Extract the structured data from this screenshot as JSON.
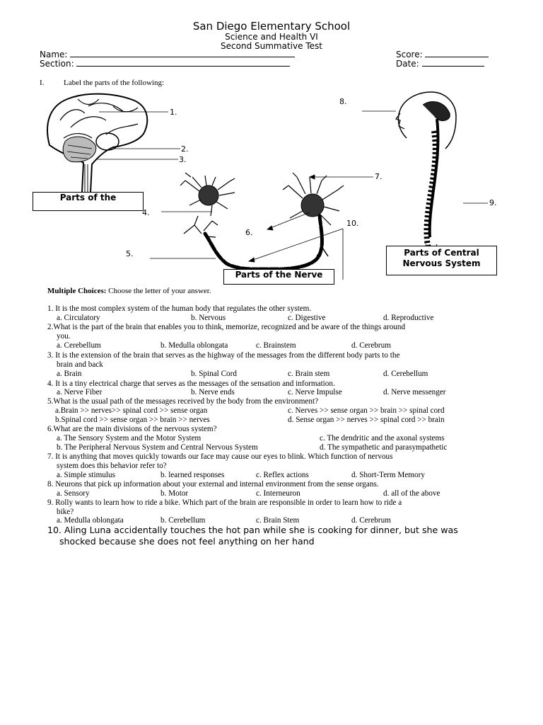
{
  "header": {
    "school": "San Diego Elementary School",
    "subject": "Science and Health VI",
    "test": "Second Summative Test",
    "name_label": "Name:",
    "section_label": "Section:",
    "score_label": "Score:",
    "date_label": "Date:"
  },
  "part1": {
    "numeral": "I.",
    "instruction": "Label the parts of the following:",
    "figures": {
      "brain_box": "Parts of the",
      "nerve_box": "Parts of the Nerve",
      "cns_box_line1": "Parts of Central",
      "cns_box_line2": "Nervous System"
    },
    "labels": [
      "1.",
      "2.",
      "3.",
      "4.",
      "5.",
      "6.",
      "7.",
      "8.",
      "9.",
      "10."
    ]
  },
  "multiple_choice": {
    "heading": "Multiple Choices:",
    "instruction": "Choose the letter of   your answer.",
    "questions": [
      {
        "line1": "1. It is the most complex system of the human body that regulates the other system.",
        "rows": [
          [
            "a.        Circulatory",
            "b. Nervous",
            "c. Digestive",
            "d. Reproductive"
          ]
        ]
      },
      {
        "line1": "2.What is the part of the brain that enables you to think, memorize, recognized and be aware of the things around",
        "line2": "you.",
        "rows": [
          [
            "a. Cerebellum",
            "b. Medulla oblongata",
            "c. Brainstem",
            "d. Cerebrum"
          ]
        ]
      },
      {
        "line1": "3. It is the extension of the brain that serves as the highway of the messages from the different body parts to the",
        "line2": "brain and back",
        "rows": [
          [
            "a.          Brain",
            "b. Spinal Cord",
            "c. Brain stem",
            "d. Cerebellum"
          ]
        ]
      },
      {
        "line1": "4. It is a tiny electrical charge that serves as the messages of the sensation and information.",
        "rows": [
          [
            "a.          Nerve Fiber",
            "b. Nerve ends",
            "c. Nerve Impulse",
            "d. Nerve messenger"
          ]
        ]
      },
      {
        "line1": "5.What is the usual path of the messages received by the body from the environment?",
        "rows": [
          [
            "a.Brain >> nerves>> spinal cord >> sense organ",
            "c. Nerves >> sense organ >> brain >> spinal cord"
          ],
          [
            "b.Spinal cord >> sense organ >> brain >>  nerves",
            "d. Sense organ >> nerves >> spinal cord >> brain"
          ]
        ]
      },
      {
        "line1": "6.What are the main divisions of the nervous system?",
        "rows": [
          [
            "a. The Sensory System and the Motor System",
            "c. The dendritic and the axonal systems"
          ],
          [
            "b. The Peripheral Nervous System and Central Nervous System",
            "d. The sympathetic and parasympathetic"
          ]
        ]
      },
      {
        "line1": "7. It is anything that moves quickly towards our face may cause our eyes to blink. Which function of nervous",
        "line2": "system does this behavior refer to?",
        "rows": [
          [
            "a. Simple stimulus",
            "b. learned responses",
            "c. Reflex actions",
            "d. Short-Term Memory"
          ]
        ]
      },
      {
        "line1": "8. Neurons that pick up information about your external and internal environment from the sense organs.",
        "rows": [
          [
            "a. Sensory",
            "b. Motor",
            "c. Interneuron",
            "d. all of the above"
          ]
        ]
      },
      {
        "line1": "9. Rolly wants to learn how to ride a bike. Which part of the brain are responsible in order to learn how to ride a",
        "line2": "bike?",
        "rows": [
          [
            "a. Medulla oblongata",
            "b. Cerebellum",
            "c. Brain Stem",
            "d. Cerebrum"
          ]
        ]
      },
      {
        "line1": "10. Aling Luna accidentally touches the hot pan while she is cooking for dinner, but she was",
        "line2": "shocked because she does not feel anything on her hand"
      }
    ]
  }
}
